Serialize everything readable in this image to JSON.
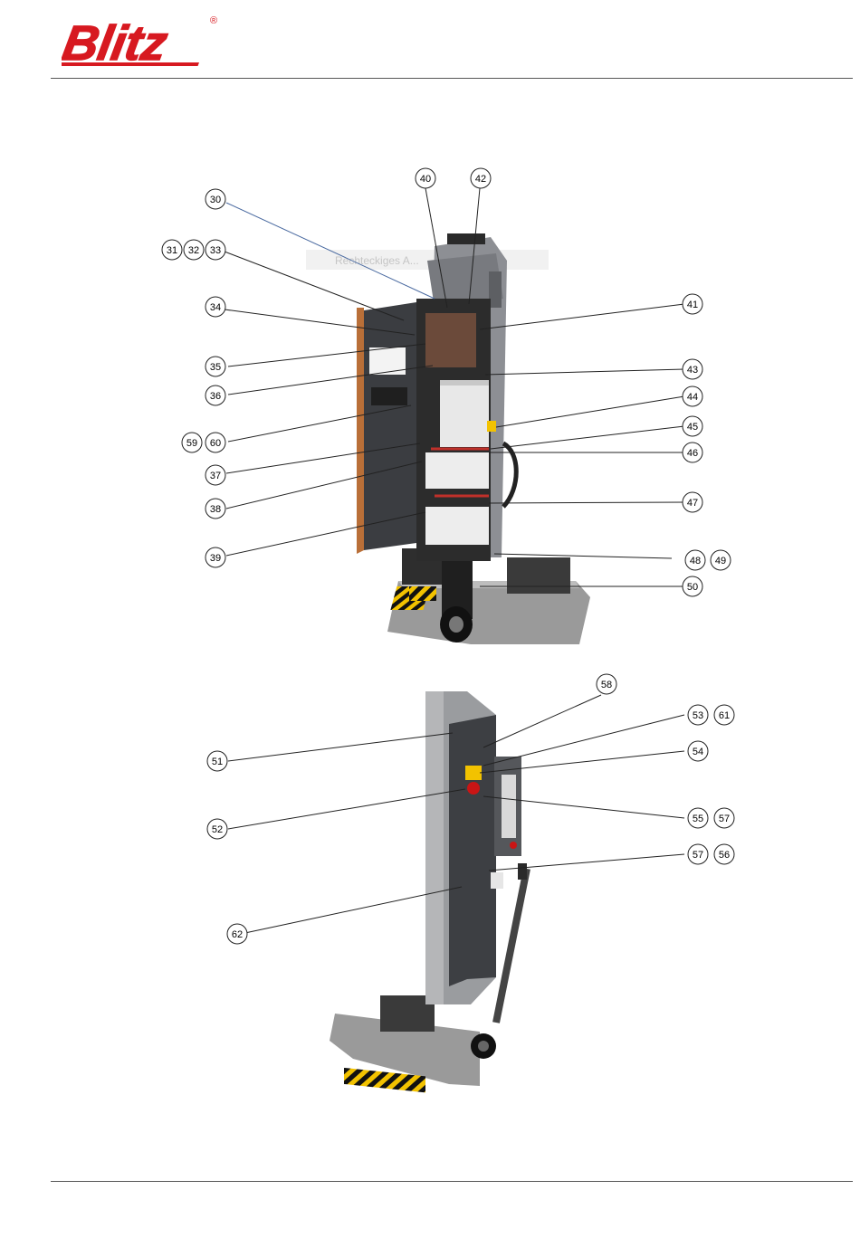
{
  "header": {
    "logo_text": "Blitz",
    "logo_mark": "®",
    "brand_color": "#d71920"
  },
  "figure": {
    "top_callouts": [
      "30",
      "31",
      "32",
      "33",
      "34",
      "35",
      "36",
      "59",
      "60",
      "37",
      "38",
      "39",
      "40",
      "42",
      "41",
      "43",
      "44",
      "45",
      "46",
      "47",
      "48",
      "49",
      "50"
    ],
    "bottom_callouts": [
      "58",
      "53",
      "61",
      "54",
      "51",
      "52",
      "55",
      "57",
      "57",
      "56",
      "62"
    ],
    "faded_overlay_text": "Rechteckiges A..."
  }
}
